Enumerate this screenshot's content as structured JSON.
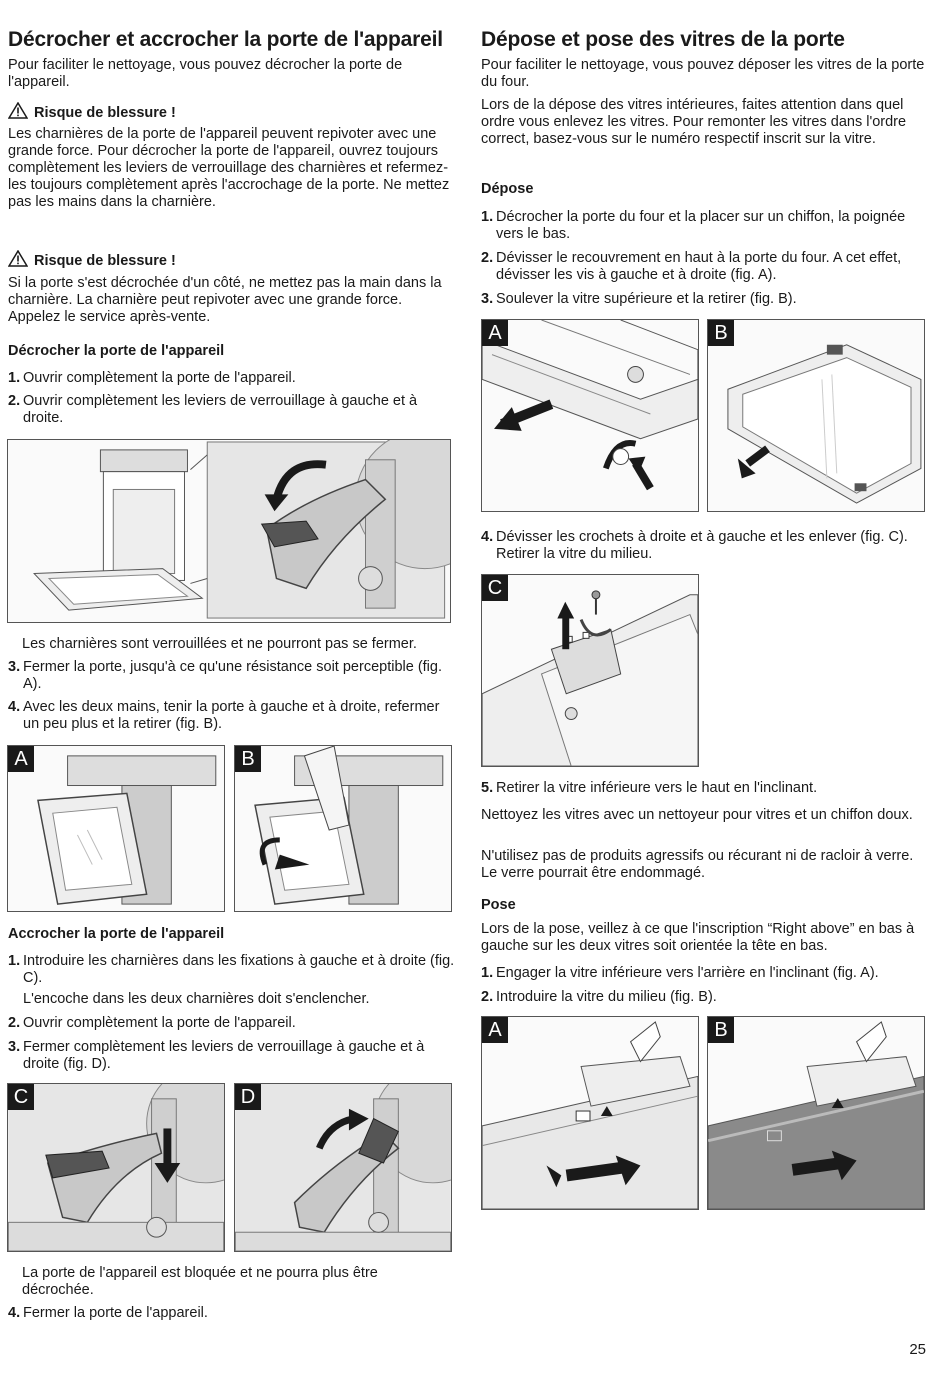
{
  "left": {
    "title": "Décrocher et accrocher la porte de l'appareil",
    "intro": "Pour faciliter le nettoyage, vous pouvez décrocher la porte de l'appareil.",
    "warning1": {
      "title": "Risque de blessure !",
      "text": "Les charnières de la porte de l'appareil peuvent repivoter avec une grande force. Pour décrocher la porte de l'appareil, ouvrez toujours complètement les leviers de verrouillage des charnières et refermez-les toujours complètement après l'accrochage de la porte. Ne mettez pas les mains dans la charnière."
    },
    "warning2": {
      "title": "Risque de blessure !",
      "text": "Si la porte s'est décrochée d'un côté, ne mettez pas la main dans la charnière. La charnière peut repivoter avec une grande force. Appelez le service après-vente."
    },
    "remove": {
      "heading": "Décrocher la porte de l'appareil",
      "steps": [
        {
          "n": "1.",
          "text": "Ouvrir complètement la porte de l'appareil."
        },
        {
          "n": "2.",
          "text": "Ouvrir complètement les leviers de verrouillage à gauche et à droite."
        }
      ],
      "note": "Les charnières sont verrouillées et ne pourront pas se fermer.",
      "steps2": [
        {
          "n": "3.",
          "text": "Fermer la porte, jusqu'à ce qu'une résistance soit perceptible (fig. A)."
        },
        {
          "n": "4.",
          "text": "Avec les deux mains, tenir la porte à gauche et à droite, refermer un peu plus et la retirer (fig. B)."
        }
      ]
    },
    "attach": {
      "heading": "Accrocher la porte de l'appareil",
      "step1": {
        "n": "1.",
        "text": "Introduire les charnières dans les fixations à gauche et à droite (fig. C)."
      },
      "step1_note": "L'encoche dans les deux charnières doit s'enclencher.",
      "steps": [
        {
          "n": "2.",
          "text": "Ouvrir complètement la porte de l'appareil."
        },
        {
          "n": "3.",
          "text": "Fermer complètement les leviers de verrouillage à gauche et à droite (fig. D)."
        }
      ],
      "note": "La porte de l'appareil est bloquée et ne pourra plus être décrochée.",
      "step4": {
        "n": "4.",
        "text": "Fermer la porte de l'appareil."
      }
    },
    "fig_labels": {
      "a": "A",
      "b": "B",
      "c": "C",
      "d": "D"
    }
  },
  "right": {
    "title": "Dépose et pose des vitres de la porte",
    "intro1": "Pour faciliter le nettoyage, vous pouvez déposer les vitres de la porte du four.",
    "intro2": "Lors de la dépose des vitres intérieures, faites attention dans quel ordre vous enlevez les vitres. Pour remonter les vitres dans l'ordre correct, basez-vous sur le numéro respectif inscrit sur la vitre.",
    "depose": {
      "heading": "Dépose",
      "steps": [
        {
          "n": "1.",
          "text": "Décrocher la porte du four et la placer sur un chiffon, la poignée vers le bas."
        },
        {
          "n": "2.",
          "text": "Dévisser le recouvrement en haut à la porte du four. A cet effet, dévisser les vis à gauche et à droite (fig. A)."
        },
        {
          "n": "3.",
          "text": "Soulever la vitre supérieure et la retirer (fig. B)."
        }
      ],
      "step4": {
        "n": "4.",
        "text": "Dévisser les crochets à droite et à gauche et les enlever (fig. C). Retirer la vitre du milieu."
      },
      "step5": {
        "n": "5.",
        "text": "Retirer la vitre inférieure vers le haut en l'inclinant."
      },
      "clean1": "Nettoyez les vitres avec un nettoyeur pour vitres et un chiffon doux.",
      "clean2": "N'utilisez pas de produits agressifs ou récurant ni de racloir à verre. Le verre pourrait être endommagé."
    },
    "pose": {
      "heading": "Pose",
      "intro": "Lors de la pose, veillez à ce que l'inscription “Right above” en bas à gauche sur les deux vitres soit orientée la tête en bas.",
      "steps": [
        {
          "n": "1.",
          "text": "Engager la vitre inférieure vers l'arrière en l'inclinant (fig. A)."
        },
        {
          "n": "2.",
          "text": "Introduire la vitre du milieu (fig. B)."
        }
      ]
    },
    "fig_labels": {
      "a": "A",
      "b": "B",
      "c": "C"
    }
  },
  "page_number": "25"
}
